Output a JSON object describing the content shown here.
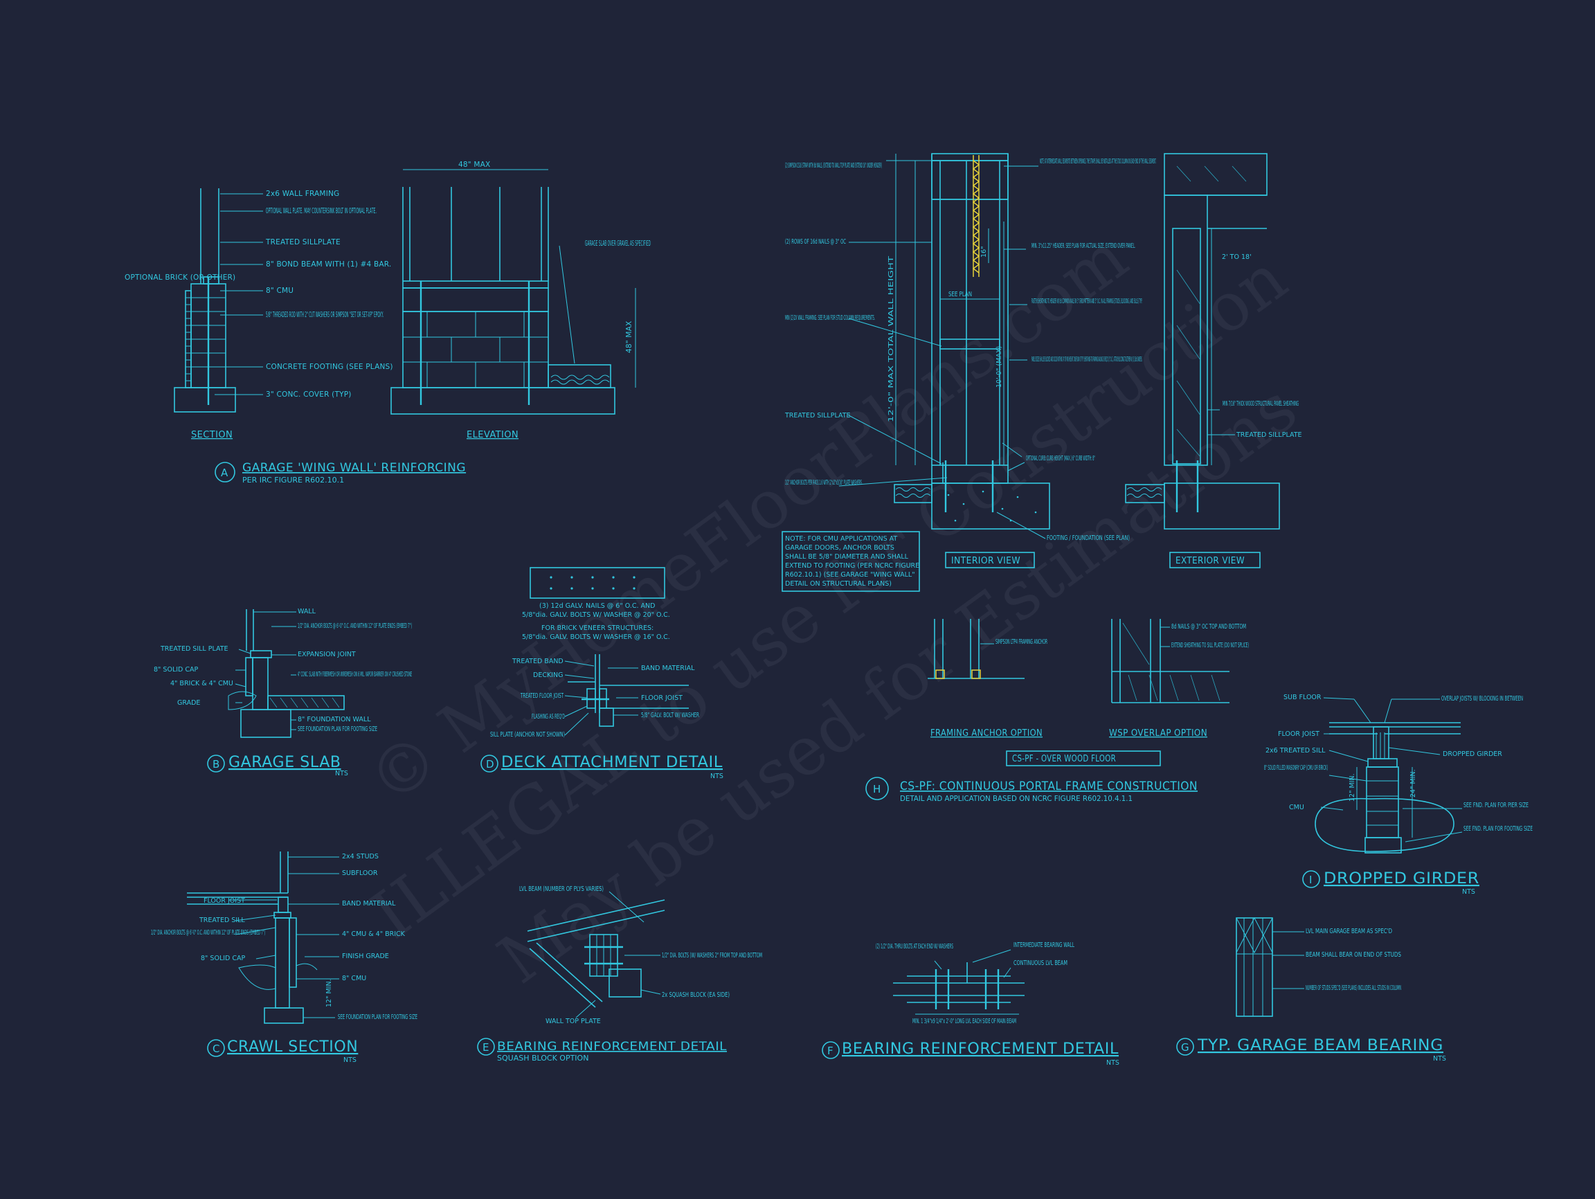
{
  "colors": {
    "background": "#1f2438",
    "linework": "#32c8e0",
    "highlight": "#e6d23a"
  },
  "watermark": {
    "line1": "© MyHomeFloorPlans.com",
    "line2": "ILLEGAL to use for Construction",
    "line3": "May be used for Estimations"
  },
  "detail_a": {
    "badge": "A",
    "title": "GARAGE 'WING WALL' REINFORCING",
    "subtitle": "PER IRC FIGURE R602.10.1",
    "section_label": "SECTION",
    "elevation_label": "ELEVATION",
    "dim_width": "48\" MAX",
    "dim_height": "48\" MAX",
    "notes": [
      "2x6 WALL FRAMING",
      "OPTIONAL WALL PLATE. MAY COUNTERSINK BOLT IN OPTIONAL PLATE.",
      "TREATED SILLPLATE",
      "8\" BOND BEAM WITH (1) #4 BAR.",
      "8\" CMU",
      "5/8\" THREADED ROD WITH 2\" CUT WASHERS OR SIMPSON \"SET OR SET-XP\" EPOXY.",
      "CONCRETE FOOTING (SEE PLANS)",
      "3\" CONC. COVER (TYP)",
      "OPTIONAL BRICK (OR OTHER)",
      "GARAGE SLAB OVER GRAVEL AS SPECIFIED"
    ]
  },
  "detail_b": {
    "badge": "B",
    "title": "GARAGE SLAB",
    "scale": "NTS",
    "notes": [
      "WALL",
      "1/2\" DIA. ANCHOR BOLTS @ 6'-0\" O.C. AND WITHIN 12\" OF PLATE ENDS (EMBED 7\")",
      "TREATED SILL PLATE",
      "EXPANSION JOINT",
      "8\" SOLID CAP",
      "4\" CONC. SLAB WITH FIBERMESH OR WIREMESH ON 6 MIL. VAPOR BARRIER ON 4\" CRUSHED STONE",
      "4\" BRICK & 4\" CMU",
      "GRADE",
      "8\" FOUNDATION WALL",
      "SEE FOUNDATION PLAN FOR FOOTING SIZE"
    ]
  },
  "detail_c": {
    "badge": "C",
    "title": "CRAWL SECTION",
    "scale": "NTS",
    "notes": [
      "2x4 STUDS",
      "SUBFLOOR",
      "FLOOR JOIST",
      "BAND MATERIAL",
      "TREATED SILL",
      "1/2\" DIA. ANCHOR BOLTS @ 6'-0\" O.C. AND WITHIN 12\" OF PLATE ENDS (EMBED 7\")",
      "4\" CMU & 4\" BRICK",
      "8\" SOLID CAP",
      "FINISH GRADE",
      "8\" CMU",
      "12\" MIN.",
      "SEE FOUNDATION PLAN FOR FOOTING SIZE"
    ]
  },
  "detail_d": {
    "badge": "D",
    "title": "DECK ATTACHMENT DETAIL",
    "scale": "NTS",
    "nailing_note": [
      "(3) 12d GALV. NAILS @ 6\" O.C. AND",
      "5/8\"dia. GALV. BOLTS W/ WASHER @ 20\" O.C.",
      "FOR BRICK VENEER STRUCTURES:",
      "5/8\"dia. GALV. BOLTS W/ WASHER @ 16\" O.C."
    ],
    "notes": [
      "TREATED BAND",
      "DECKING",
      "TREATED FLOOR JOIST",
      "FLASHING AS REQ'D",
      "SILL PLATE (ANCHOR NOT SHOWN)",
      "BAND MATERIAL",
      "FLOOR JOIST",
      "5/8\" GALV. BOLT W/ WASHER"
    ]
  },
  "detail_e": {
    "badge": "E",
    "title": "BEARING REINFORCEMENT DETAIL",
    "subtitle": "SQUASH BLOCK OPTION",
    "notes": [
      "LVL BEAM (NUMBER OF PLYS VARIES)",
      "1/2\" DIA. BOLTS (W/ WASHERS 2\" FROM TOP AND BOTTOM",
      "2x SQUASH BLOCK (EA SIDE)",
      "WALL TOP PLATE"
    ]
  },
  "detail_f": {
    "badge": "F",
    "title": "BEARING REINFORCEMENT DETAIL",
    "scale": "NTS",
    "notes": [
      "(2) 1/2\" DIA. THRU BOLTS AT EACH END W/ WASHERS",
      "INTERMEDIATE BEARING WALL",
      "CONTINUOUS LVL BEAM",
      "MIN. 1 3/4\"x9 1/4\"x 2'-0\" LONG LVL EACH SIDE OF MAIN BEAM"
    ]
  },
  "detail_g": {
    "badge": "G",
    "title": "TYP. GARAGE BEAM BEARING",
    "scale": "NTS",
    "notes": [
      "LVL MAIN GARAGE BEAM AS SPEC'D",
      "BEAM SHALL BEAR ON END OF STUDS",
      "NUMBER OF STUDS SPEC'D (SEE PLANS) INCLUDES ALL STUDS IN COLUMN"
    ]
  },
  "detail_h": {
    "badge": "H",
    "title": "CS-PF: CONTINUOUS PORTAL FRAME CONSTRUCTION",
    "subtitle": "DETAIL AND APPLICATION BASED ON NCRC FIGURE R602.10.4.1.1",
    "interior_label": "INTERIOR VIEW",
    "exterior_label": "EXTERIOR VIEW",
    "framing_anchor_label": "FRAMING ANCHOR OPTION",
    "wsp_label": "WSP OVERLAP OPTION",
    "over_wood_label": "CS-PF - OVER WOOD FLOOR",
    "dim_total": "12'-0\" MAX TOTAL WALL HEIGHT",
    "dim_wall": "10'-0\" (MAX)",
    "dim_header": "16\"",
    "dim_ext": "2' TO 18'",
    "see_plan": "SEE PLAN",
    "notes": [
      "(2) SIMPSON CS16 STRAP WITH 8d NAILS, (EXTEND TO WALL TOP PLATE AND EXTEND 16\" UNDER HEADER)",
      "(2) ROWS OF 16d NAILS @ 3\" OC",
      "MIN (2)2X WALL FRAMING. SEE PLAN FOR STUD COLUMN REQUIREMENTS.",
      "TREATED SILLPLATE",
      "1/2\" ANCHOR BOLTS PER R403.1.6 WITH 2\"x2\"x3/16\" PLATE WASHERS.",
      "NOTE: AT INTERMEDIATE WALL SEGMENTS BETWEEN OPENINGS, THE STRAPS SHALL BE INSTALLED AT THE STUD COLUMN ON EACH END OF THE WALL SEGMENT.",
      "MIN. 3\"x11.25\" HEADER. SEE PLAN FOR ACTUAL SIZE. EXTEND OVER PANEL.",
      "FASTEN SHEATHING TO HEADER W/ 8d COMMON NAILS IN 3\" GRID PATTERN AND 3\" O.C. IN ALL FRAMING (STUDS, BLOCKING, AND SILLS) TYP.",
      "PANEL EDGES SHALL BE BLOCKED AND OCCUR WITHIN 24\" OF MID-HEIGHT. ONE ROW OF TYP. SHEATHING-TO-FRAMING NAILING IS REQ'D (3\" O.C.). ATTACH BLOCKING TOGETHER W/ (3) 16d SINKERS.",
      "OPTIONAL CURB: CURB HEIGHT (MAX.) 6\" CURB WIDTH: 8\"",
      "FOOTING / FOUNDATION (SEE PLAN)",
      "MIN 7/16\" THICK WOOD STRUCTURAL PANEL SHEATHING",
      "TREATED SILLPLATE",
      "SIMPSON LTP4 FRAMING ANCHOR",
      "8d NAILS @ 3\" OC TOP AND BOTTOM",
      "EXTEND SHEATHING TO SILL PLATE (DO NOT SPLICE)"
    ],
    "cmu_note": [
      "NOTE: FOR CMU APPLICATIONS AT",
      "GARAGE DOORS, ANCHOR BOLTS",
      "SHALL BE 5/8\" DIAMETER AND SHALL",
      "EXTEND TO FOOTING (PER NCRC FIGURE",
      "R602.10.1) (SEE GARAGE \"WING WALL\"",
      "DETAIL ON STRUCTURAL PLANS)"
    ]
  },
  "detail_i": {
    "badge": "I",
    "title": "DROPPED GIRDER",
    "scale": "NTS",
    "notes": [
      "SUB FLOOR",
      "OVERLAP JOISTS W/ BLOCKING IN BETWEEN",
      "FLOOR JOIST",
      "2x6 TREATED SILL",
      "DROPPED GIRDER",
      "8\" SOLID FILLED MASONRY CAP (CMU OR BRICK)",
      "24\" MIN.",
      "12\" MIN.",
      "CMU",
      "SEE FND. PLAN FOR PIER SIZE",
      "SEE FND. PLAN FOR FOOTING SIZE"
    ]
  }
}
